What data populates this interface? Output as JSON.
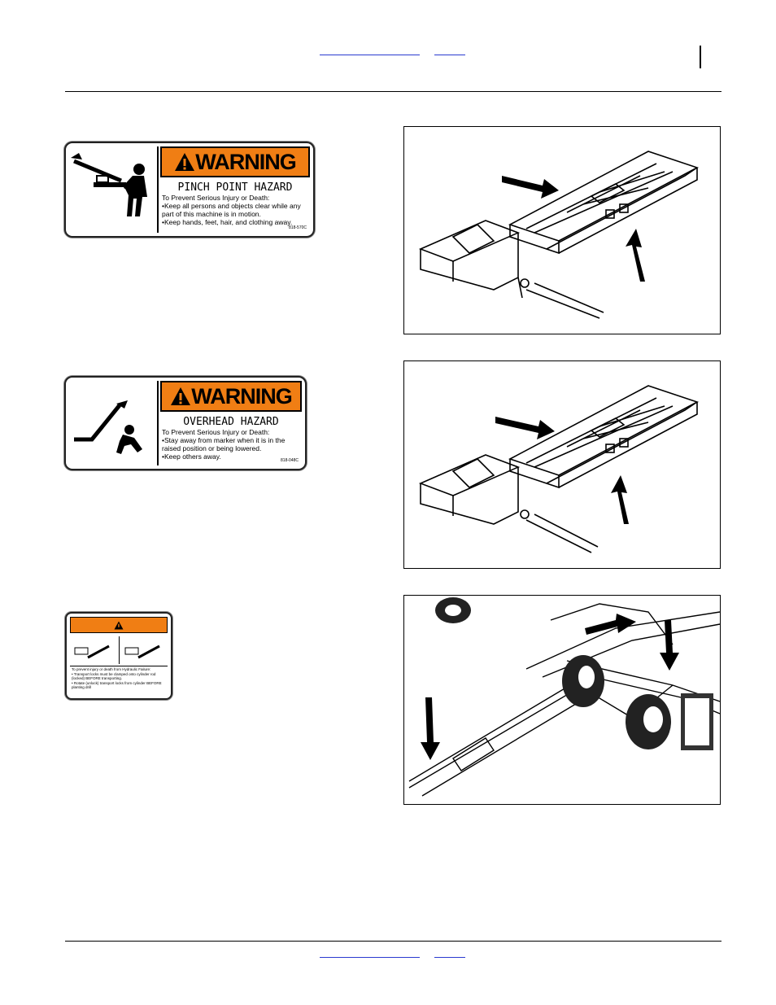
{
  "header": {
    "link_a": "",
    "link_b": ""
  },
  "footer": {
    "link_a": "",
    "link_b": ""
  },
  "decal_pinch": {
    "banner": "WARNING",
    "hazard": "PINCH POINT HAZARD",
    "prevent": "To Prevent Serious Injury or Death:",
    "bullet1": "•Keep all persons and objects clear while any part of this machine is in motion.",
    "bullet2": "•Keep hands, feet, hair, and clothing away.",
    "code": "818-570C"
  },
  "decal_overhead": {
    "banner": "WARNING",
    "hazard": "OVERHEAD HAZARD",
    "prevent": "To Prevent Serious Injury or Death:",
    "bullet1": "•Stay away from marker when it is in the raised position or being lowered.",
    "bullet2": "•Keep others away.",
    "code": "818-048C"
  },
  "decal_hydraulic": {
    "col1": "",
    "col2": "",
    "text1": "To prevent injury or death from Hydraulic Failure:",
    "text2": "• Transport locks must be clamped onto cylinder rod (locked) BEFORE transporting.",
    "text3": "• Rotate (unlock) transport locks from cylinder BEFORE planting drill"
  },
  "colors": {
    "warning_orange": "#f07e14",
    "link_blue": "#2a3bd0"
  }
}
